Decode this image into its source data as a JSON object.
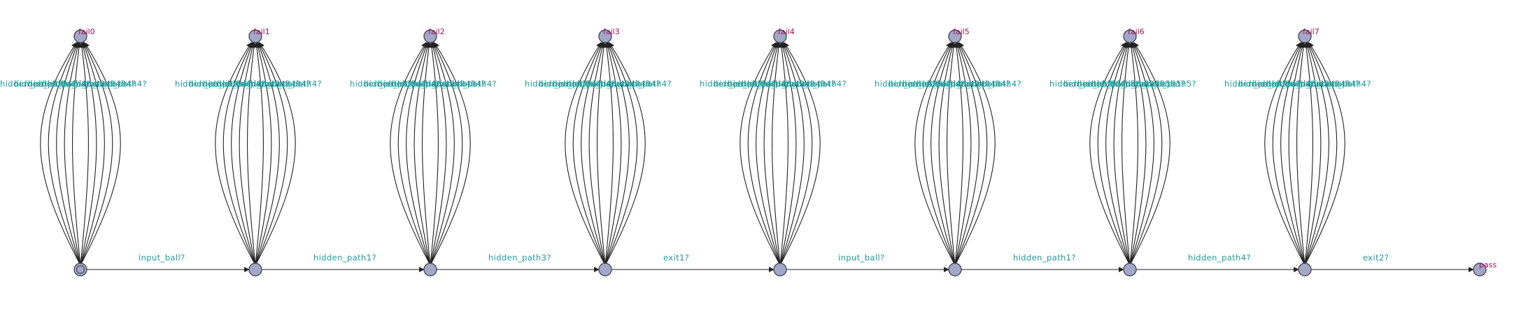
{
  "colors": {
    "state_fill": "#a4a8c8",
    "state_stroke": "#4a4a5a",
    "location_name": "#a0105a",
    "sync_label": "#1f9a9a",
    "edge": "#222222"
  },
  "fail_locations": [
    "fail0",
    "fail1",
    "fail2",
    "fail3",
    "fail4",
    "fail5",
    "fail6",
    "fail7"
  ],
  "final_location": "pass",
  "main_transitions": [
    "input_ball?",
    "hidden_path1?",
    "hidden_path3?",
    "exit1?",
    "input_ball?",
    "hidden_path1?",
    "hidden_path4?",
    "exit2?"
  ],
  "fail_transition_labels": [
    "hidden_path4?",
    "hidden_path4?",
    "hidden_path4?",
    "hidden_path4?",
    "hidden_path4?",
    "hidden_path4?",
    "hidden_path5?",
    "hidden_path4?"
  ]
}
